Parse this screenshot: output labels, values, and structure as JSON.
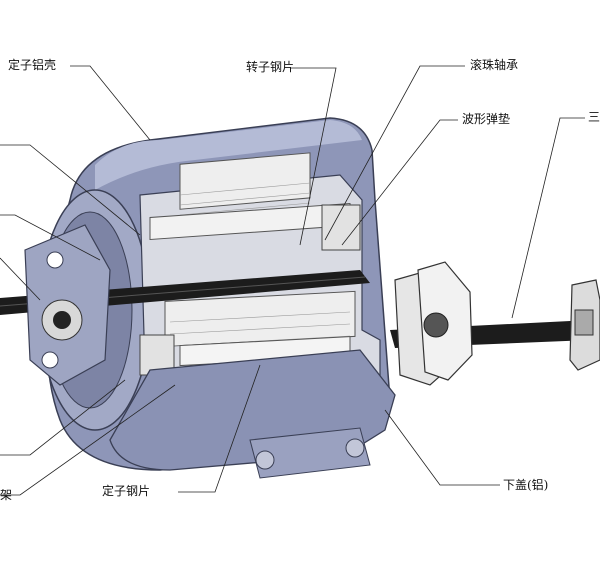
{
  "labels": {
    "stator_housing": "定子铝壳",
    "rotor_laminations": "转子钢片",
    "ball_bearing": "滚珠轴承",
    "wave_spring_washer": "波形弹垫",
    "partial_right": "三",
    "lower_cover": "下盖(铝)",
    "stator_laminations": "定子钢片",
    "partial_left": "架"
  },
  "colors": {
    "housing": "#8e96b8",
    "housing_dark": "#5c6488",
    "housing_light": "#b4bbd6",
    "steel": "#e6e6e6",
    "shaft": "#1c1c1c",
    "leader": "#222222"
  }
}
